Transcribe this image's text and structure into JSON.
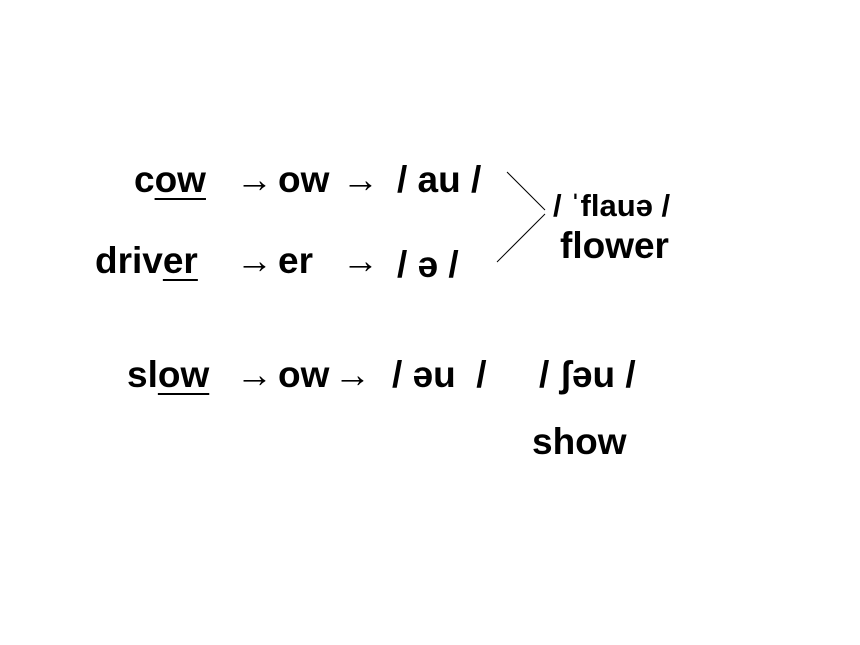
{
  "rows": {
    "cow": {
      "word_prefix": "c",
      "word_focus": "ow",
      "arrow1": "→",
      "spelling": "ow",
      "arrow2": "→",
      "phoneme": "/ au /"
    },
    "driver": {
      "word_prefix": "driv",
      "word_focus": "er",
      "arrow1": "→",
      "spelling": "er",
      "arrow2": "→",
      "phoneme": "/ ə /"
    },
    "slow": {
      "word_prefix": "sl",
      "word_focus": "ow",
      "arrow1": "→",
      "spelling": "ow",
      "arrow2": "→",
      "phoneme": "/ əu  /"
    }
  },
  "results": {
    "flower_ipa": "/ ˈflauə /",
    "flower_word": "flower",
    "show_ipa": "/ ʃəu /",
    "show_word": "show"
  }
}
